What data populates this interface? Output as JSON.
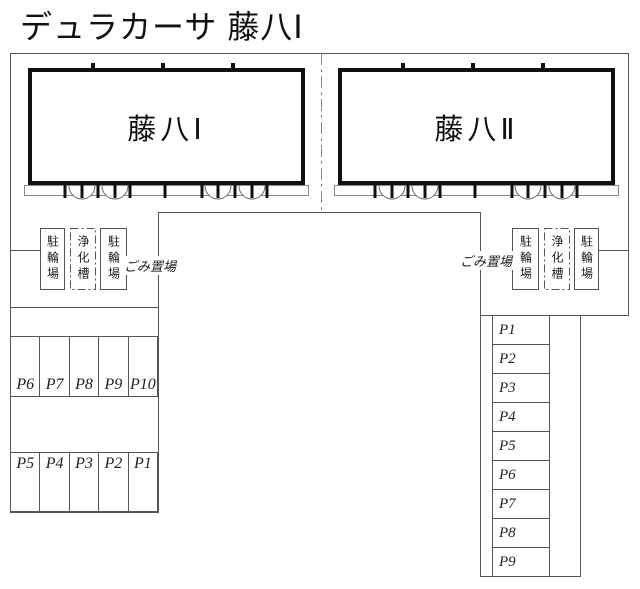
{
  "title": "デュラカーサ 藤八Ⅰ",
  "buildings": [
    {
      "name": "藤八Ⅰ"
    },
    {
      "name": "藤八Ⅱ"
    }
  ],
  "facilities": {
    "bicycle_parking_label": "駐輪場",
    "septic_tank_label": "浄化槽",
    "garbage_label": "ごみ置場"
  },
  "parking": {
    "left_top_row": [
      "P6",
      "P7",
      "P8",
      "P9",
      "P10"
    ],
    "left_bottom_row": [
      "P5",
      "P4",
      "P3",
      "P2",
      "P1"
    ],
    "right_column": [
      "P1",
      "P2",
      "P3",
      "P4",
      "P5",
      "P6",
      "P7",
      "P8",
      "P9"
    ]
  },
  "colors": {
    "boundary_line": "#555555",
    "wall": "#111111",
    "background": "#ffffff"
  }
}
